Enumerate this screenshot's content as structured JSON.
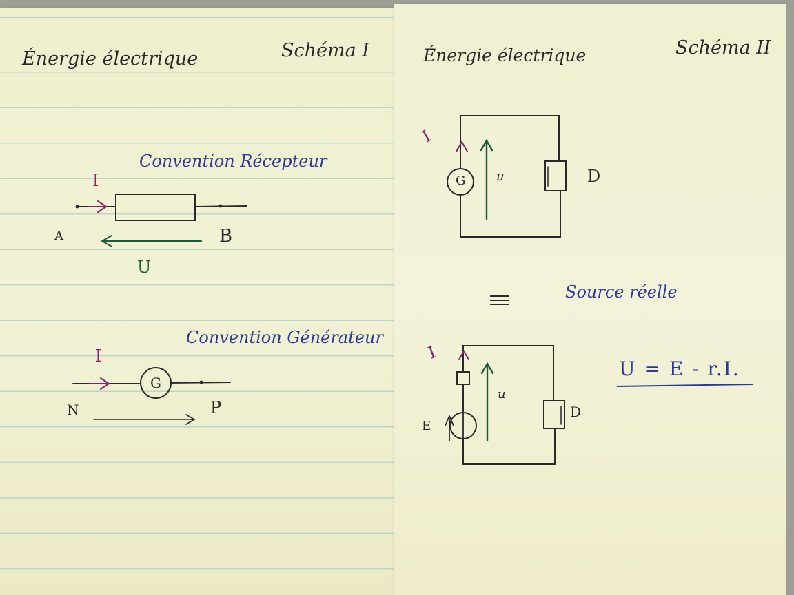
{
  "left_page": {
    "header": "Énergie électrique",
    "schema": "Schéma I",
    "receiver": {
      "title": "Convention Récepteur",
      "current": "I",
      "node_a": "A",
      "node_b": "B",
      "voltage": "U"
    },
    "generator": {
      "title": "Convention Générateur",
      "current": "I",
      "symbol": "G",
      "node_n": "N",
      "node_p": "P"
    }
  },
  "right_page": {
    "header": "Énergie électrique",
    "schema": "Schéma II",
    "circuit1": {
      "current": "I",
      "generator": "G",
      "voltage": "u",
      "dipole": "D"
    },
    "equiv_symbol": "≡",
    "real_source": "Source réelle",
    "circuit2": {
      "current": "I",
      "voltage": "u",
      "emf": "E",
      "dipole": "D"
    },
    "formula": "U = E - r.I."
  },
  "colors": {
    "paper": "#f1f1d4",
    "ruling": "#bcd6c8",
    "pencil": "#2a2a2a",
    "blue_ink": "#2b3a96",
    "purple_ink": "#8a1f6a",
    "green_ink": "#1f5a3a"
  }
}
